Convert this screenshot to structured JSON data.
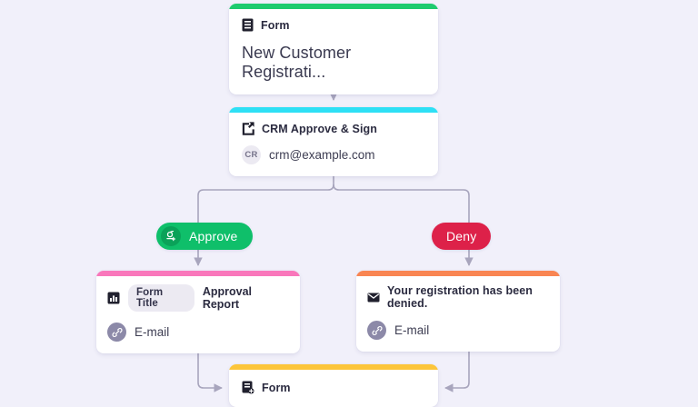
{
  "canvas": {
    "background": "#f1f0fa",
    "edge_color": "#a8a5bd"
  },
  "nodes": [
    {
      "id": "form-start",
      "type": "form",
      "accent": "#1ecb6e",
      "icon": "form-icon",
      "title": "Form",
      "value": "New Customer Registrati..."
    },
    {
      "id": "crm-approve-sign",
      "type": "approval",
      "accent": "#2ee0f5",
      "icon": "approve-sign-icon",
      "title": "CRM Approve & Sign",
      "avatar_initials": "CR",
      "email": "crm@example.com"
    },
    {
      "id": "approval-report",
      "type": "email",
      "accent": "#f977bb",
      "icon": "chart-icon",
      "chip_label": "Form Title",
      "chip_value": "Approval Report",
      "link_icon": "link-icon",
      "link_label": "E-mail"
    },
    {
      "id": "denial-email",
      "type": "email",
      "accent": "#f98552",
      "icon": "envelope-icon",
      "title": "Your registration has been denied.",
      "link_icon": "link-icon",
      "link_label": "E-mail"
    },
    {
      "id": "form-end",
      "type": "form",
      "accent": "#fcc53a",
      "icon": "form-add-icon",
      "title": "Form"
    }
  ],
  "branches": [
    {
      "id": "approve",
      "label": "Approve",
      "color": "#0fbf6a",
      "icon": "approve-stamp-icon",
      "icon_bg": "#0aa259"
    },
    {
      "id": "deny",
      "label": "Deny",
      "color": "#dd2149",
      "icon": null,
      "icon_bg": null
    }
  ]
}
